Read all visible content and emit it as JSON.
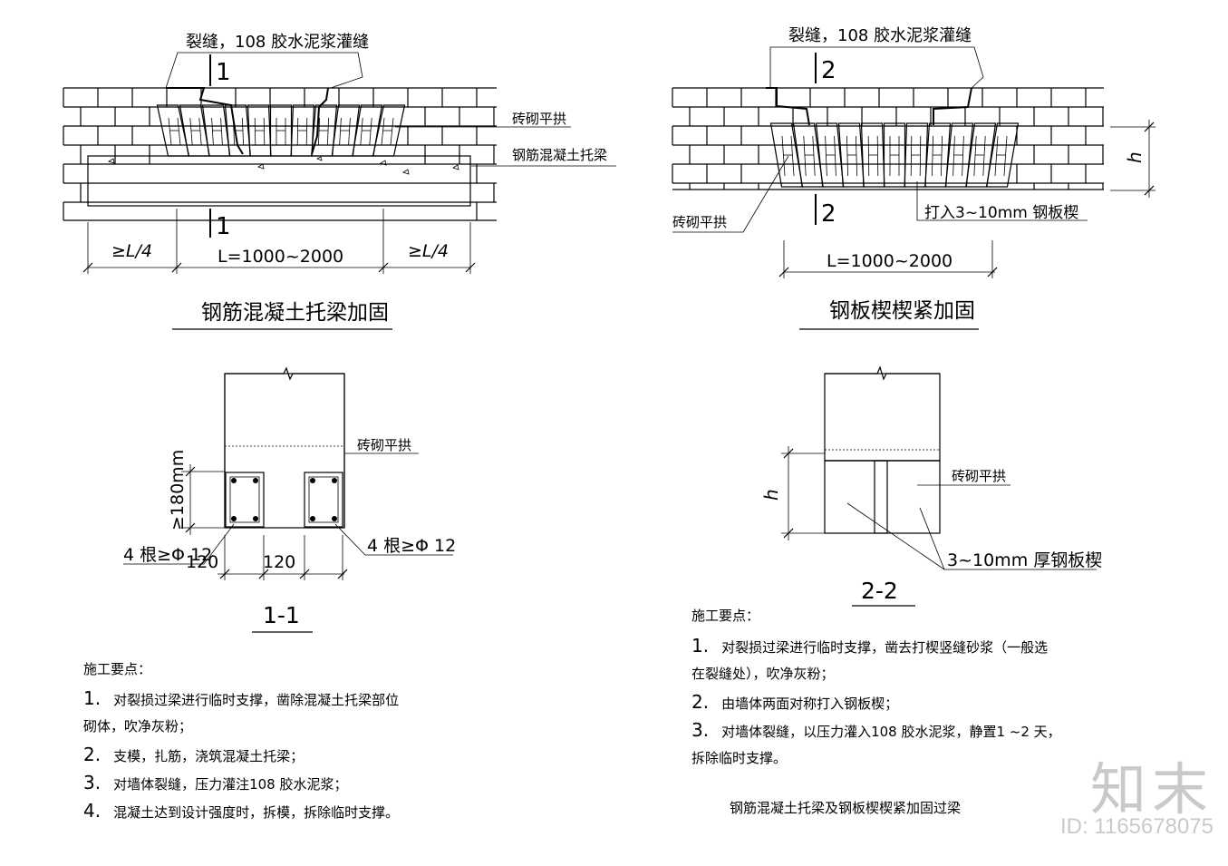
{
  "fig1": {
    "crack_label": "裂缝，108 胶水泥浆灌缝",
    "section_mark": "1",
    "arch_label": "砖砌平拱",
    "beam_label": "钢筋混凝土托梁",
    "dim_left": "≥L/4",
    "dim_span": "L=1000~2000",
    "dim_right": "≥L/4",
    "title": "钢筋混凝土托梁加固"
  },
  "fig2": {
    "crack_label": "裂缝，108 胶水泥浆灌缝",
    "section_mark": "2",
    "h_label": "h",
    "arch_label": "砖砌平拱",
    "wedge_label": "打入3~10mm 钢板楔",
    "dim_span": "L=1000~2000",
    "title": "钢板楔楔紧加固"
  },
  "sec1": {
    "arch_label": "砖砌平拱",
    "height_dim": "≥180mm",
    "bars_left": "4 根≥Φ 12",
    "bars_right": "4 根≥Φ 12",
    "width_a": "120",
    "width_b": "120",
    "title": "1-1"
  },
  "sec2": {
    "h_label": "h",
    "arch_label": "砖砌平拱",
    "wedge_label": "3~10mm 厚钢板楔",
    "title": "2-2"
  },
  "notes_left": {
    "heading": "施工要点：",
    "items": [
      {
        "num": "1.",
        "text": "对裂损过梁进行临时支撑，凿除混凝土托梁部位"
      },
      {
        "num": "",
        "text": "砌体，吹净灰粉；"
      },
      {
        "num": "2.",
        "text": "支模，扎筋，浇筑混凝土托梁；"
      },
      {
        "num": "3.",
        "text": "对墙体裂缝，压力灌注108 胶水泥浆；"
      },
      {
        "num": "4.",
        "text": "混凝土达到设计强度时，拆模，拆除临时支撑。"
      }
    ]
  },
  "notes_right": {
    "heading": "施工要点：",
    "items": [
      {
        "num": "1.",
        "text": "对裂损过梁进行临时支撑，凿去打楔竖缝砂浆（一般选"
      },
      {
        "num": "",
        "text": "在裂缝处），吹净灰粉；"
      },
      {
        "num": "2.",
        "text": "由墙体两面对称打入钢板楔；"
      },
      {
        "num": "3.",
        "text": "对墙体裂缝，以压力灌入108 胶水泥浆，静置1 ~2 天，"
      },
      {
        "num": "",
        "text": "拆除临时支撑。"
      }
    ]
  },
  "sheet_title": "钢筋混凝土托梁及钢板楔楔紧加固过梁",
  "watermark": {
    "logo": "知末",
    "id": "ID: 1165678075",
    "color": "#c9c9c9"
  }
}
